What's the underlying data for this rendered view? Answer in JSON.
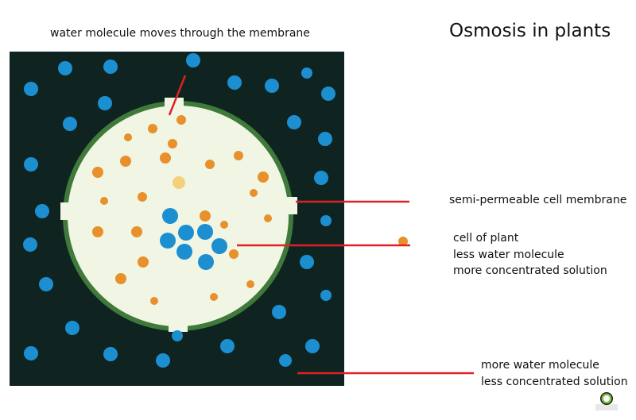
{
  "title": "Osmosis in plants",
  "caption_top": "water molecule moves through the membrane",
  "labels": {
    "membrane": "semi-permeable cell membrane",
    "cell_lines": [
      "cell of plant",
      "less water molecule",
      "more concentrated solution"
    ],
    "outside_lines": [
      "more water molecule",
      "less concentrated solution"
    ]
  },
  "colors": {
    "background": "#0f2421",
    "cell_fill": "#f1f5e3",
    "membrane": "#3f7a3b",
    "water_molecule": "#1c8fd1",
    "solute_molecule": "#e8902b",
    "light_solute": "#f4cf7c",
    "pointer_line": "#e02024"
  },
  "icons": {
    "watermark": "creative-commons-badge-icon"
  }
}
